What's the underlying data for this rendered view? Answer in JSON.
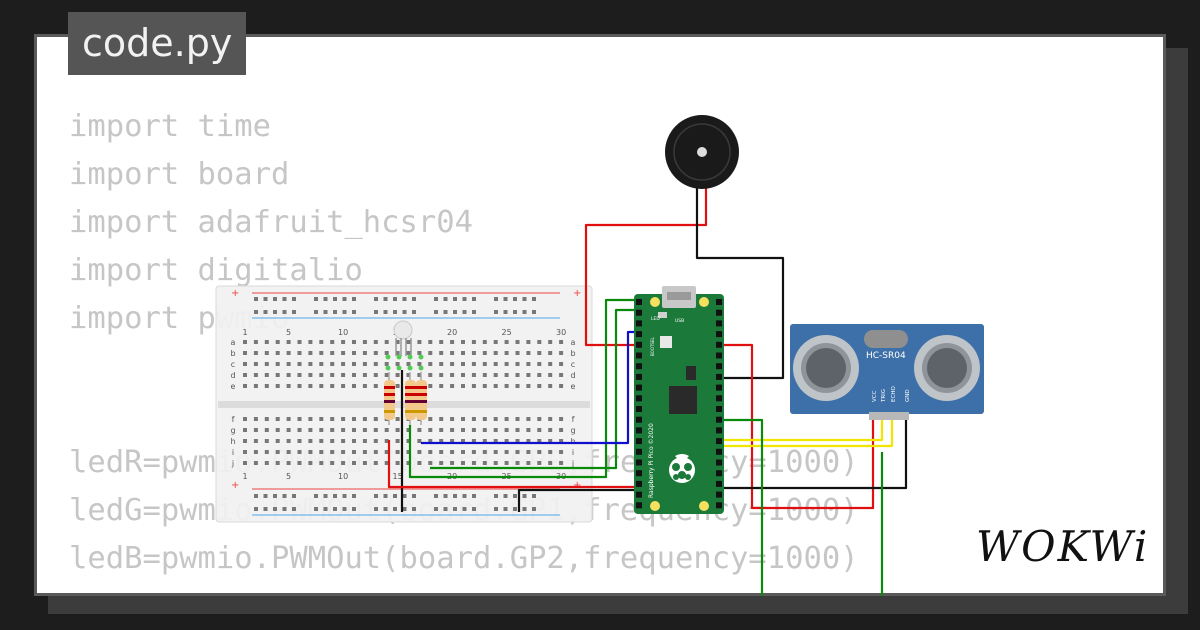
{
  "file_tab": {
    "label": "code.py"
  },
  "code_lines": [
    "import time",
    "import board",
    "import adafruit_hcsr04",
    "import digitalio",
    "import pwmio",
    "",
    "",
    "ledR=pwmio.PWMOut(board.GP0,frequency=1000)",
    "ledG=pwmio.PWMOut(board.GP1,frequency=1000)",
    "ledB=pwmio.PWMOut(board.GP2,frequency=1000)"
  ],
  "breadboard": {
    "column_labels": [
      "1",
      "5",
      "10",
      "15",
      "20",
      "25",
      "30"
    ],
    "row_labels_top": [
      "a",
      "b",
      "c",
      "d",
      "e"
    ],
    "row_labels_bottom": [
      "f",
      "g",
      "h",
      "i",
      "j"
    ]
  },
  "sensor": {
    "model_label": "HC-SR04",
    "pin_labels": [
      "VCC",
      "TRIG",
      "ECHO",
      "GND"
    ]
  },
  "pico": {
    "side_text": "Raspberry Pi Pico ©2020",
    "led_label": "LED",
    "usb_label": "USB",
    "boot_label": "BOOTSEL"
  },
  "brand": {
    "logo_text": "WOKWi"
  },
  "colors": {
    "wire_red": "#e01010",
    "wire_black": "#111111",
    "wire_green": "#0a8a0a",
    "wire_blue": "#1010cc",
    "wire_yellow": "#f2e600",
    "pico_green": "#1b7a3a",
    "sensor_blue": "#3d6fa8",
    "code_gray": "#c6c6c6"
  }
}
